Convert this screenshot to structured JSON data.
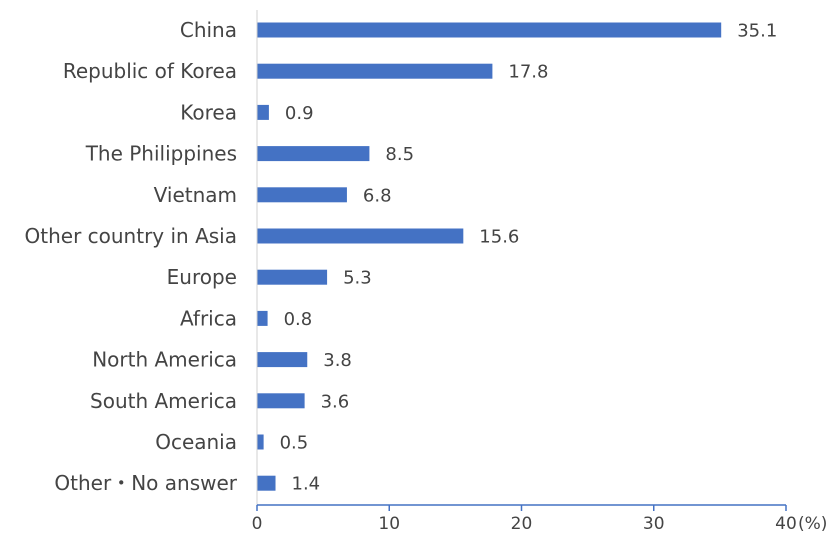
{
  "chart_data": {
    "type": "bar",
    "orientation": "horizontal",
    "categories": [
      "China",
      "Republic of Korea",
      "Korea",
      "The Philippines",
      "Vietnam",
      "Other country in Asia",
      "Europe",
      "Africa",
      "North America",
      "South America",
      "Oceania",
      "Other・No answer"
    ],
    "values": [
      35.1,
      17.8,
      0.9,
      8.5,
      6.8,
      15.6,
      5.3,
      0.8,
      3.8,
      3.6,
      0.5,
      1.4
    ],
    "value_labels": [
      "35.1",
      "17.8",
      "0.9",
      "8.5",
      "6.8",
      "15.6",
      "5.3",
      "0.8",
      "3.8",
      "3.6",
      "0.5",
      "1.4"
    ],
    "xlim": [
      0,
      40
    ],
    "xticks": [
      0,
      10,
      20,
      30,
      40
    ],
    "xtick_labels": [
      "0",
      "10",
      "20",
      "30",
      "40"
    ],
    "unit_label": "(%)",
    "grid": false,
    "bar_color": "#4472c4",
    "axis_color": "#4472c4",
    "text_color": "#444444"
  }
}
